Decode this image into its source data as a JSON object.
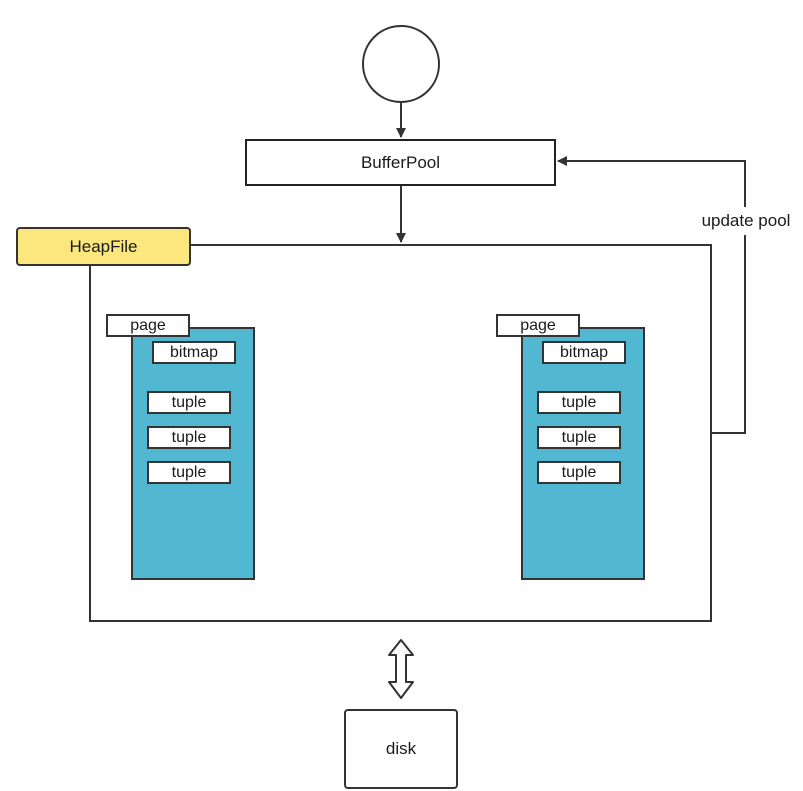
{
  "diagram": {
    "buffer_pool": {
      "label": "BufferPool"
    },
    "heap_file": {
      "label": "HeapFile"
    },
    "pages": [
      {
        "tab": "page",
        "bitmap": "bitmap",
        "tuples": [
          "tuple",
          "tuple",
          "tuple"
        ]
      },
      {
        "tab": "page",
        "bitmap": "bitmap",
        "tuples": [
          "tuple",
          "tuple",
          "tuple"
        ]
      }
    ],
    "update_edge": {
      "label": "update pool"
    },
    "disk": {
      "label": "disk"
    }
  },
  "colors": {
    "heap_file_fill": "#fbe77e",
    "page_fill": "#52b8d2",
    "stroke": "#333333"
  }
}
